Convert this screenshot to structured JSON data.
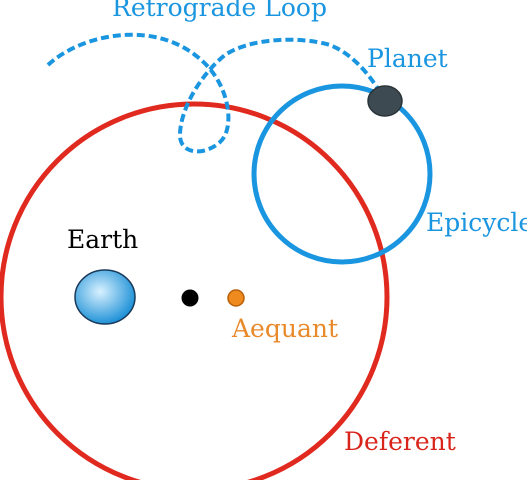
{
  "labels": {
    "retrograde_loop": "Retrograde Loop",
    "planet": "Planet",
    "epicycle": "Epicycle",
    "earth": "Earth",
    "aequant": "Aequant",
    "deferent": "Deferent"
  },
  "colors": {
    "deferent": "#e12a1f",
    "epicycle": "#1a95e0",
    "retrograde_loop": "#1a95e0",
    "planet": "#3d4a52",
    "earth_light": "#d9f1ff",
    "earth_dark": "#1a8fd6",
    "center_dot": "#000000",
    "aequant": "#ef8a1e",
    "label_black": "#000000",
    "label_blue": "#1a95e0",
    "label_orange": "#e8892a",
    "label_red": "#d9241c"
  }
}
